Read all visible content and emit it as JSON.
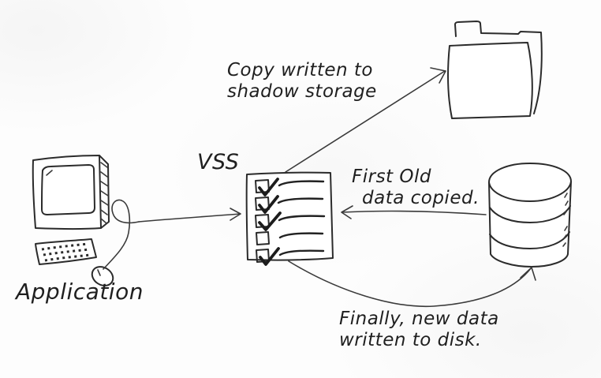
{
  "colors": {
    "ink": "#2b2b2b",
    "background": "#fdfdfd",
    "text": "#1f1f1f"
  },
  "labels": {
    "application": "Application",
    "vss": "VSS",
    "copy_line1": "Copy written to",
    "copy_line2": "shadow storage",
    "first_line1": "First Old",
    "first_line2": "data copied.",
    "finally_line1": "Finally, new data",
    "finally_line2": "written to disk."
  },
  "nodes": {
    "application": {
      "label": "Application",
      "icon": "desktop-computer-icon"
    },
    "vss": {
      "label": "VSS",
      "icon": "checklist-icon",
      "checklist": [
        true,
        true,
        true,
        false,
        true
      ]
    },
    "shadow_storage": {
      "icon": "folder-icon"
    },
    "disk": {
      "icon": "database-icon"
    }
  },
  "arrows": {
    "app_to_vss": {
      "from": "application",
      "to": "vss"
    },
    "vss_to_shadow": {
      "from": "vss",
      "to": "shadow_storage",
      "label": "Copy written to shadow storage"
    },
    "disk_to_vss": {
      "from": "disk",
      "to": "vss",
      "label": "First Old data copied."
    },
    "vss_to_disk": {
      "from": "vss",
      "to": "disk",
      "label": "Finally, new data written to disk."
    }
  }
}
